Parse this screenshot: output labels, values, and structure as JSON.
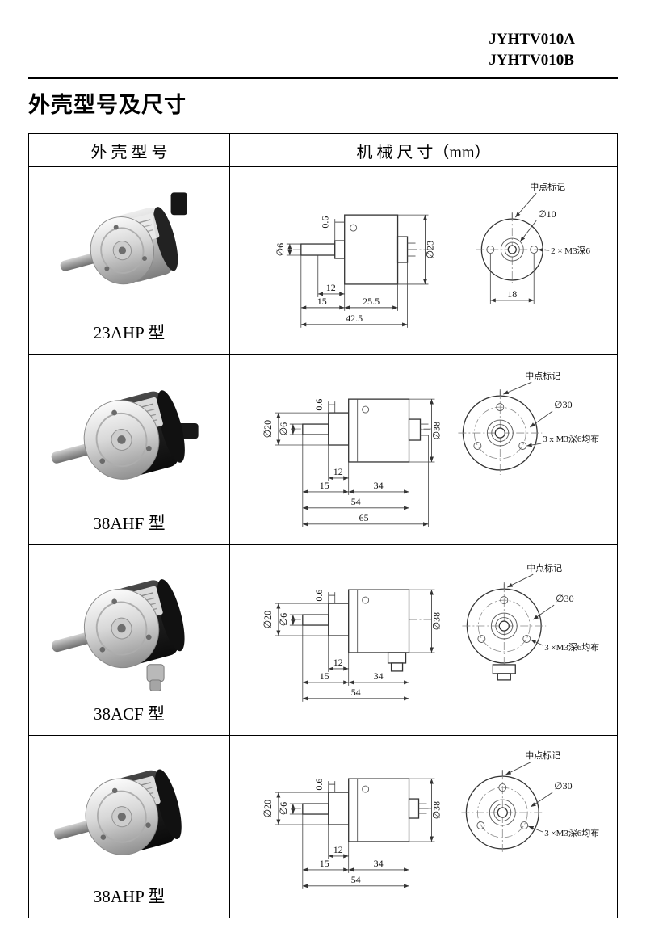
{
  "header": {
    "code_a": "JYHTV010A",
    "code_b": "JYHTV010B"
  },
  "title": "外壳型号及尺寸",
  "table": {
    "col_model": "外 壳 型 号",
    "col_dims": "机 械 尺 寸（mm）",
    "rows": [
      {
        "model": "23AHP 型",
        "front": {
          "mark": "中点标记",
          "hub_dia": "∅10",
          "screws": "2 × M3深6",
          "pitch": "18"
        },
        "side": {
          "shaft_dia": "∅6",
          "step": "0.6",
          "body_dia": "∅23",
          "dim_a": "12",
          "dim_b": "15",
          "dim_c": "25.5",
          "dim_total": "42.5"
        }
      },
      {
        "model": "38AHF 型",
        "front": {
          "mark": "中点标记",
          "hub_dia": "∅30",
          "screws": "3 x M3深6均布"
        },
        "side": {
          "boss_dia": "∅20",
          "shaft_dia": "∅6",
          "step": "0.6",
          "body_dia": "∅38",
          "dim_a": "12",
          "dim_b": "15",
          "dim_c": "34",
          "dim_d": "54",
          "dim_total": "65"
        }
      },
      {
        "model": "38ACF 型",
        "front": {
          "mark": "中点标记",
          "hub_dia": "∅30",
          "screws": "3 ×M3深6均布"
        },
        "side": {
          "boss_dia": "∅20",
          "shaft_dia": "∅6",
          "step": "0.6",
          "body_dia": "∅38",
          "dim_a": "12",
          "dim_b": "15",
          "dim_c": "34",
          "dim_d": "54"
        }
      },
      {
        "model": "38AHP 型",
        "front": {
          "mark": "中点标记",
          "hub_dia": "∅30",
          "screws": "3 ×M3深6均布"
        },
        "side": {
          "boss_dia": "∅20",
          "shaft_dia": "∅6",
          "step": "0.6",
          "body_dia": "∅38",
          "dim_a": "12",
          "dim_b": "15",
          "dim_c": "34",
          "dim_d": "54"
        }
      }
    ]
  }
}
